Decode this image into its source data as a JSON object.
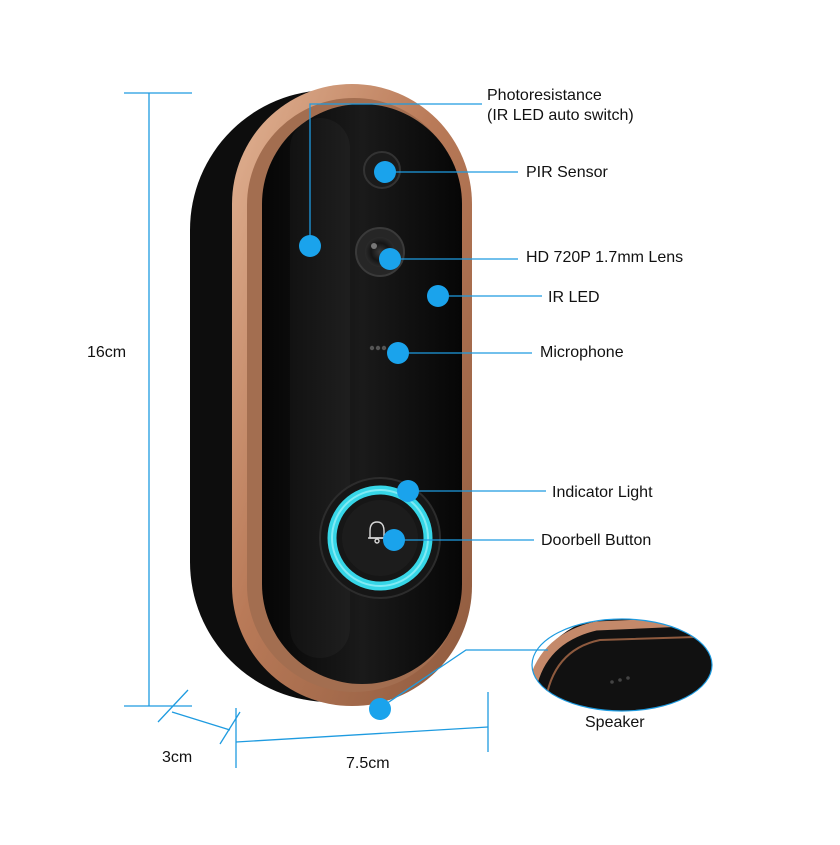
{
  "colors": {
    "background": "#ffffff",
    "accent_line": "#1e9be0",
    "dot": "#1aa3ec",
    "body_black": "#111111",
    "rose_gold": "#c4896a",
    "ring_cyan": "#36d6e7",
    "text": "#111111"
  },
  "labels": {
    "photoresistance_line1": "Photoresistance",
    "photoresistance_line2": "(IR LED auto switch)",
    "pir_sensor": "PIR Sensor",
    "lens": "HD 720P 1.7mm Lens",
    "ir_led": "IR LED",
    "microphone": "Microphone",
    "indicator_light": "Indicator Light",
    "doorbell_button": "Doorbell Button",
    "speaker": "Speaker"
  },
  "dimensions": {
    "height": "16cm",
    "depth": "3cm",
    "width": "7.5cm"
  },
  "icons": {
    "bell": "bell-icon"
  }
}
